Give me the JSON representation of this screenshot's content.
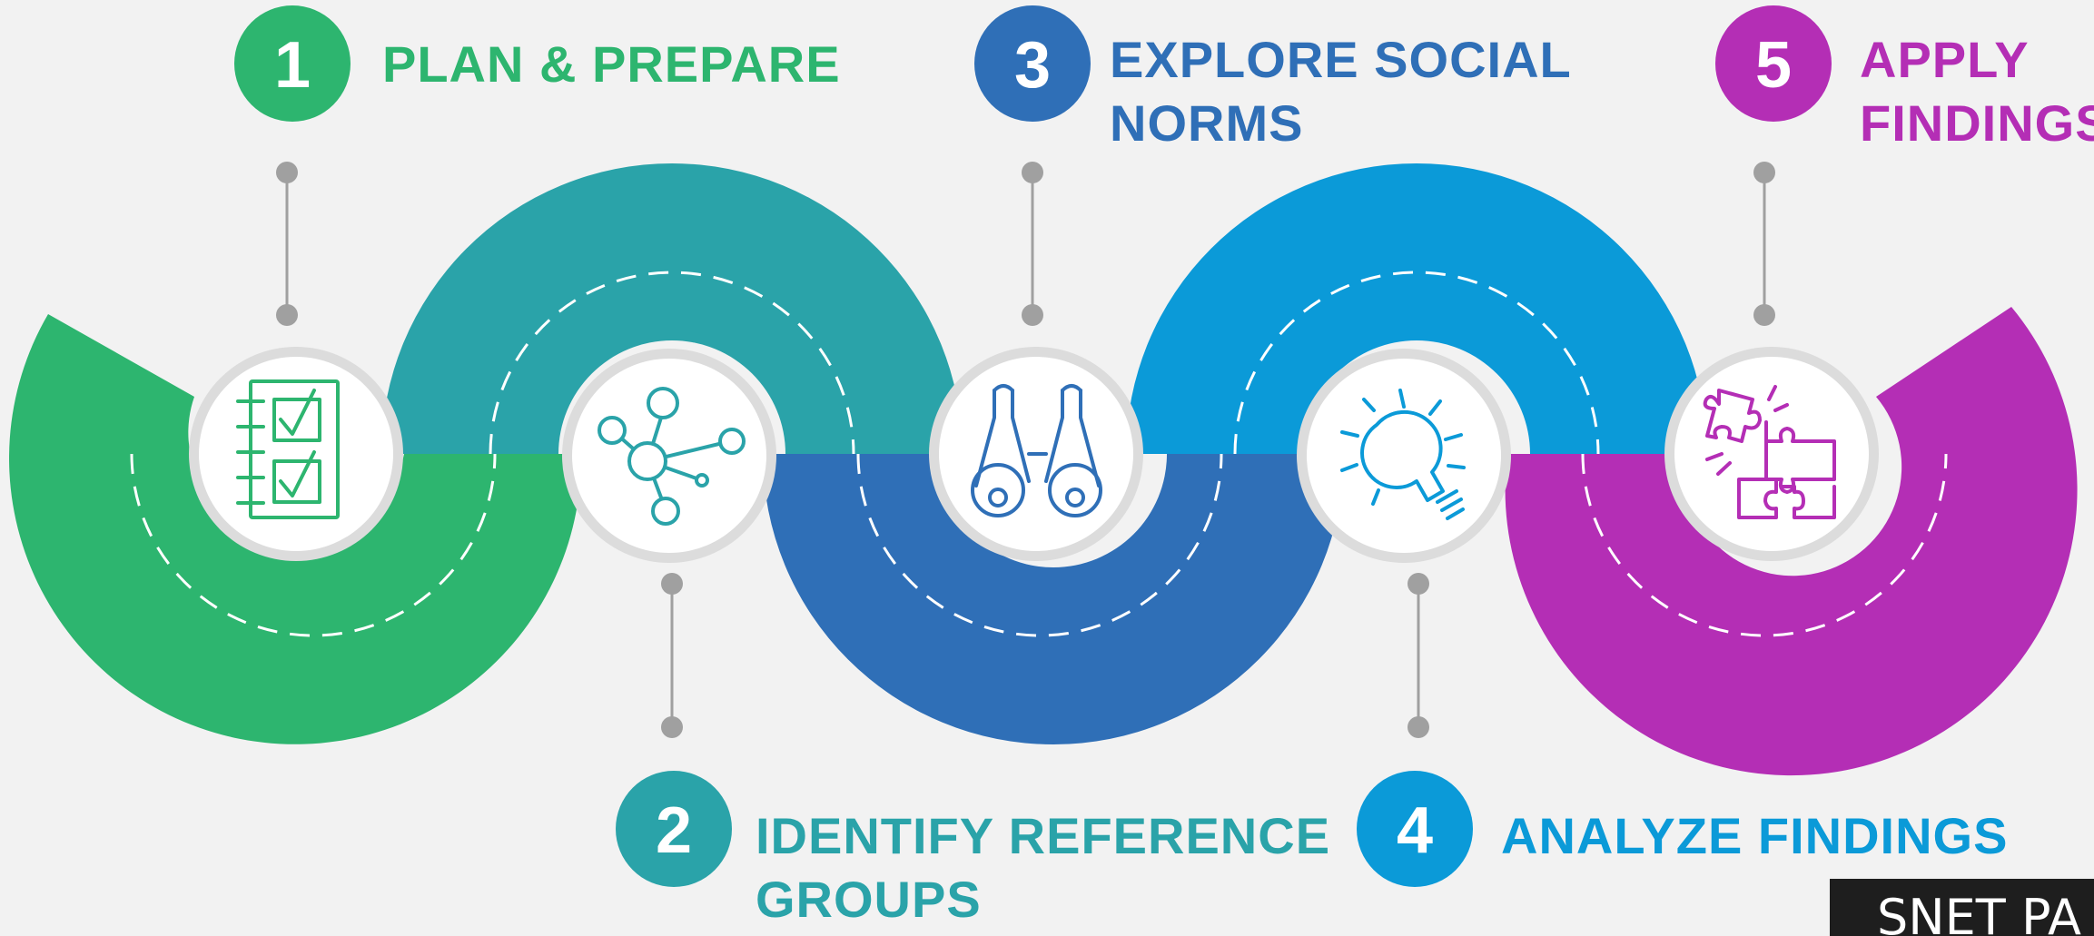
{
  "colors": {
    "background": "#f2f2f2",
    "step1": "#2db56f",
    "step2": "#2aa3a9",
    "step3": "#2f6fb7",
    "step4": "#0b9ad8",
    "step5": "#b42eb5",
    "connector": "#a0a0a0",
    "icon_ring": "#dcdcdc",
    "path_dash": "#ffffff"
  },
  "steps": [
    {
      "number": "1",
      "lines": [
        "PLAN & PREPARE"
      ],
      "icon": "checklist-icon",
      "color": "#2db56f"
    },
    {
      "number": "2",
      "lines": [
        "IDENTIFY REFERENCE",
        "GROUPS"
      ],
      "icon": "network-icon",
      "color": "#2aa3a9"
    },
    {
      "number": "3",
      "lines": [
        "EXPLORE SOCIAL",
        "NORMS"
      ],
      "icon": "binoculars-icon",
      "color": "#2f6fb7"
    },
    {
      "number": "4",
      "lines": [
        "ANALYZE FINDINGS"
      ],
      "icon": "lightbulb-icon",
      "color": "#0b9ad8"
    },
    {
      "number": "5",
      "lines": [
        "APPLY",
        "FINDINGS"
      ],
      "icon": "puzzle-icon",
      "color": "#b42eb5"
    }
  ],
  "corner_tag": {
    "text": "SNET PA"
  }
}
